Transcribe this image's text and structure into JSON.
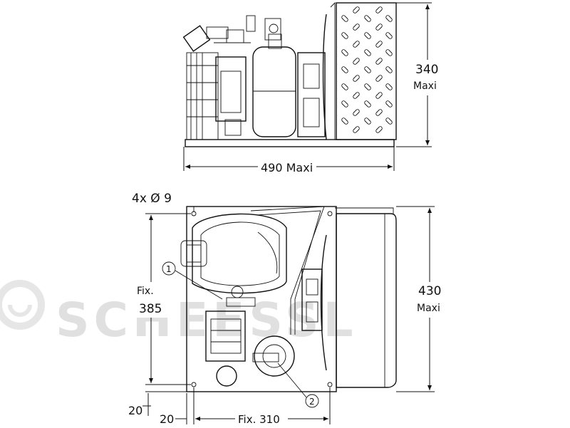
{
  "watermark": {
    "text": "SCHEESSL"
  },
  "top_view": {
    "width_label": "490 Maxi",
    "height_value": "340",
    "height_unit": "Maxi"
  },
  "plan_view": {
    "holes_label": "4x Ø 9",
    "fix_depth_label": "Fix.",
    "fix_depth_value": "385",
    "max_depth_value": "430",
    "max_depth_unit": "Maxi",
    "offset_bottom": "20",
    "offset_left": "20",
    "fix_width_label": "Fix. 310",
    "callouts": [
      "1",
      "2"
    ]
  },
  "colors": {
    "line": "#111111",
    "watermark": "#c8c8c8"
  }
}
